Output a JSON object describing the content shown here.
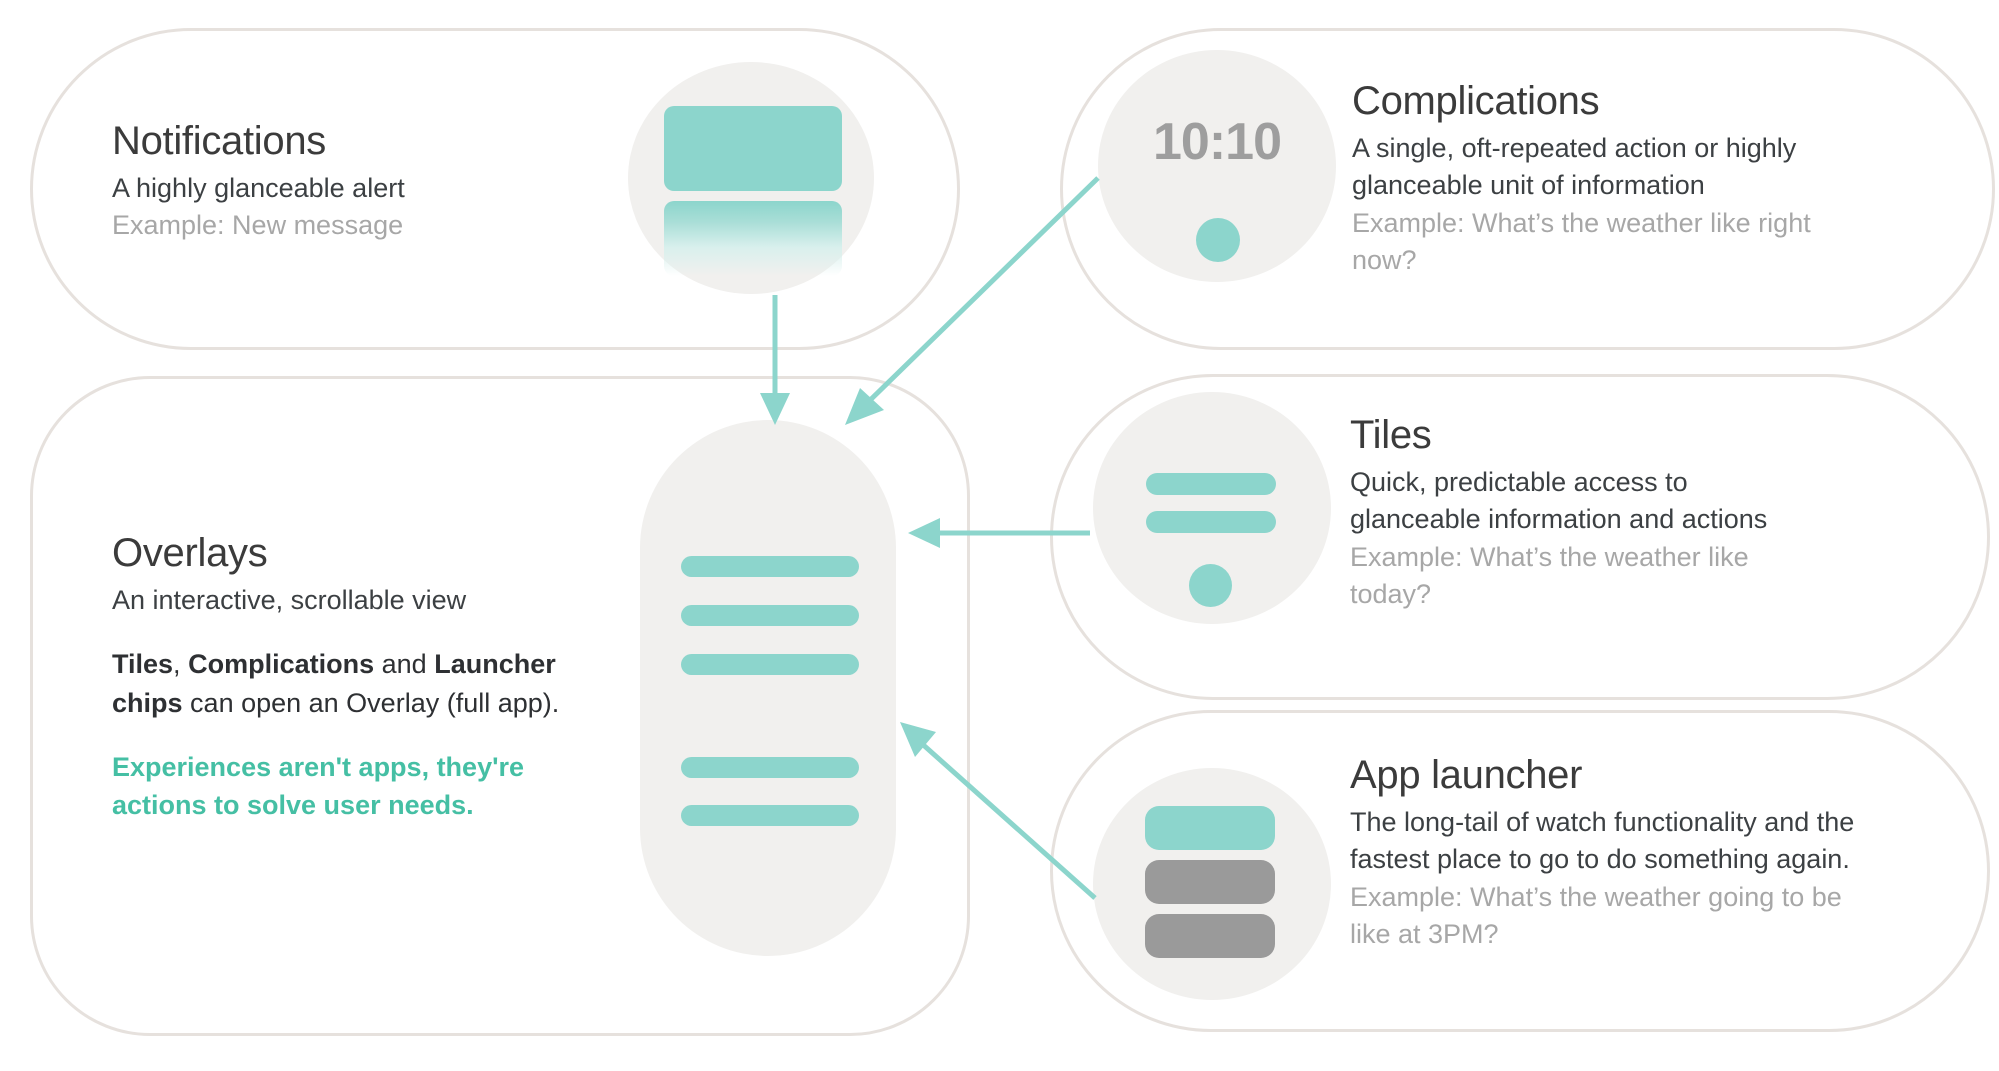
{
  "theme": {
    "accent_teal": "#45BFA4",
    "light_teal": "#8CD5CC",
    "card_border": "#E6E1DD",
    "icon_bg": "#F1F0EE",
    "body_text": "#3C4043",
    "muted_text": "#A7A7A7",
    "gray_chip": "#9A9A9A"
  },
  "cards": {
    "notifications": {
      "title": "Notifications",
      "body": "A highly glanceable alert",
      "example": "Example:  New message"
    },
    "overlays": {
      "title": "Overlays",
      "body": "An interactive, scrollable view",
      "strong_line_a": "Tiles",
      "strong_line_b": "Complications",
      "strong_connector": "and",
      "strong_line_c": "Launcher chips",
      "strong_tail": "can open an Overlay (full app).",
      "strong_comma": ",",
      "accent_line1": "Experiences aren't apps, they're",
      "accent_line2": "actions to solve user needs."
    },
    "complications": {
      "title": "Complications",
      "body": "A single, oft-repeated action or highly glanceable unit of information",
      "example": "Example:  What’s the weather like right now?",
      "watch_time": "10:10"
    },
    "tiles": {
      "title": "Tiles",
      "body": "Quick, predictable access to glanceable information and actions",
      "example": "Example: What’s the weather like today?"
    },
    "app_launcher": {
      "title": "App launcher",
      "body": "The long-tail of watch functionality and the fastest place to go to do something again.",
      "example": "Example:  What’s the weather going to be like at 3PM?"
    }
  },
  "icons": {
    "notification": "notification-card-icon",
    "overlay": "overlay-watch-icon",
    "complication": "watchface-complication-icon",
    "tile": "tile-rows-icon",
    "launcher": "launcher-chips-icon"
  },
  "arrows": [
    {
      "name": "notifications-to-overlays",
      "from": "notifications-icon",
      "to": "overlay-watch"
    },
    {
      "name": "complications-to-overlays",
      "from": "complications-icon",
      "to": "overlay-watch"
    },
    {
      "name": "tiles-to-overlays",
      "from": "tiles-icon",
      "to": "overlay-watch"
    },
    {
      "name": "launcher-to-overlays",
      "from": "launcher-icon",
      "to": "overlay-watch"
    }
  ]
}
